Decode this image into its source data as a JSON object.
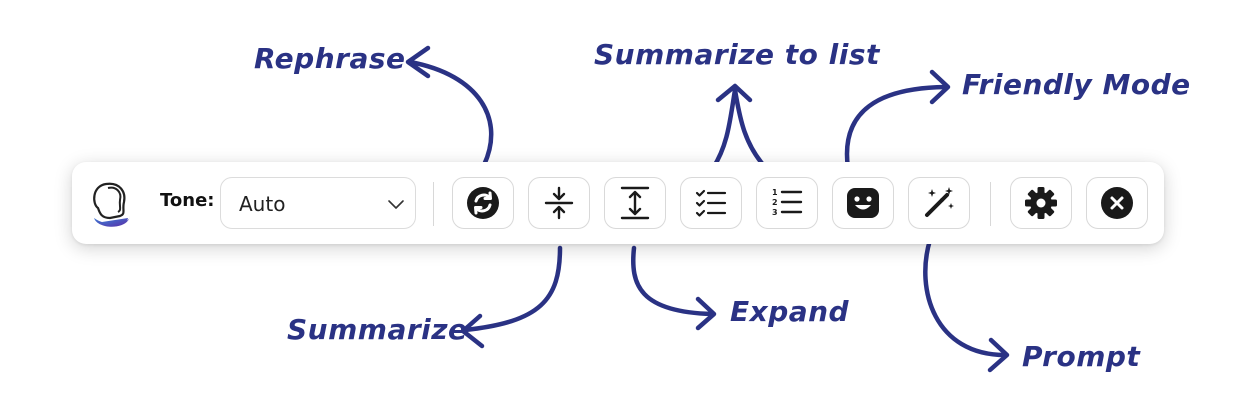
{
  "toolbar": {
    "tone_label": "Tone:",
    "tone_value": "Auto",
    "buttons": [
      {
        "name": "rephrase",
        "icon": "refresh-icon"
      },
      {
        "name": "summarize",
        "icon": "compress-vertical-icon"
      },
      {
        "name": "expand",
        "icon": "expand-vertical-icon"
      },
      {
        "name": "summarize-to-list",
        "icon": "checklist-icon"
      },
      {
        "name": "numbered-list",
        "icon": "numbered-list-icon"
      },
      {
        "name": "friendly-mode",
        "icon": "smiley-face-icon"
      },
      {
        "name": "prompt",
        "icon": "magic-wand-icon"
      },
      {
        "name": "settings",
        "icon": "gear-icon"
      },
      {
        "name": "close",
        "icon": "close-icon"
      }
    ]
  },
  "annotations": {
    "rephrase": "Rephrase",
    "summarize_to_list": "Summarize to list",
    "friendly_mode": "Friendly Mode",
    "summarize": "Summarize",
    "expand": "Expand",
    "prompt": "Prompt"
  },
  "colors": {
    "annotation": "#2a3284",
    "icon_dark": "#1a1a1a",
    "logo_gradient_start": "#3a7bd5",
    "logo_gradient_end": "#5b2fa8"
  }
}
